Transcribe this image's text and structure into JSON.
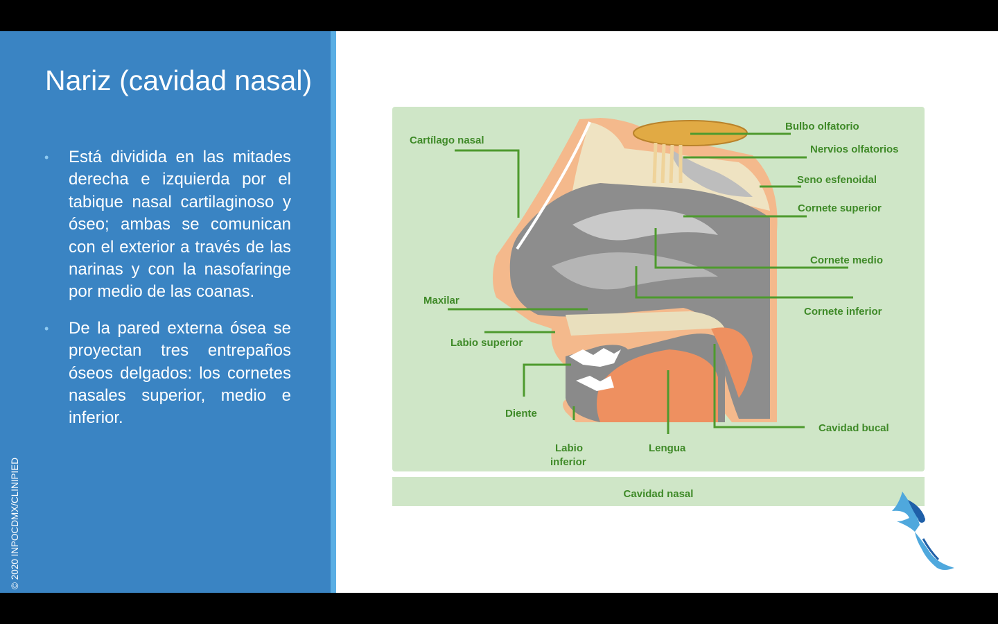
{
  "slide": {
    "title": "Nariz (cavidad nasal)",
    "bullets": [
      "Está dividida en las mitades derecha e izquierda por el tabique nasal cartilaginoso y óseo; ambas se comunican con el exterior a través de las narinas y con la nasofaringe por medio de las coanas.",
      "De la pared externa ósea se proyectan tres entrepaños óseos delgados: los cornetes nasales superior, medio e inferior."
    ],
    "copyright": "© 2020 INPOCDMX/CLINIPIED"
  },
  "figure": {
    "labels": {
      "cartilago_nasal": "Cartílago nasal",
      "bulbo_olfatorio": "Bulbo olfatorio",
      "nervios_olfatorios": "Nervios olfatorios",
      "seno_esfenoidal": "Seno esfenoidal",
      "cornete_superior": "Cornete superior",
      "cornete_medio": "Cornete medio",
      "cornete_inferior": "Cornete inferior",
      "maxilar": "Maxilar",
      "labio_superior": "Labio superior",
      "diente": "Diente",
      "labio_inferior_1": "Labio",
      "labio_inferior_2": "inferior",
      "lengua": "Lengua",
      "cavidad_bucal": "Cavidad bucal"
    },
    "caption": "Cavidad nasal"
  },
  "colors": {
    "panel": "#3a84c3",
    "accent": "#5aaee4",
    "figure_bg": "#cfe6c7",
    "label_green": "#3f8a28"
  }
}
